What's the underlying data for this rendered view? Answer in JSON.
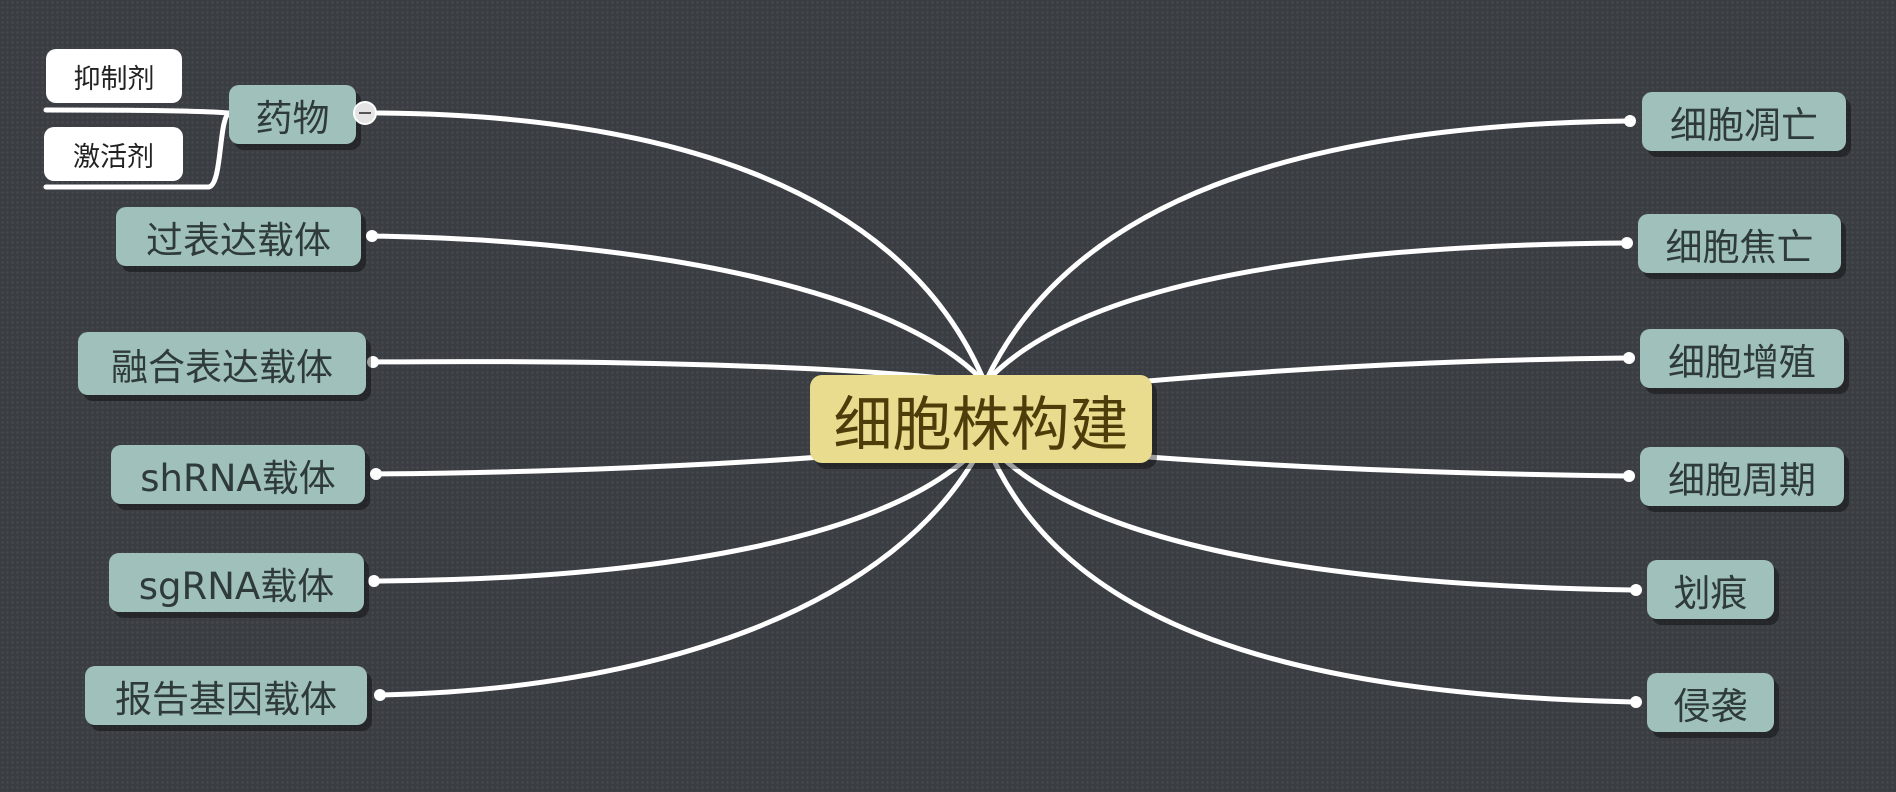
{
  "central_topic": {
    "label": "细胞株构建"
  },
  "left_topics": [
    {
      "label": "药物",
      "collapse_icon": "minus-circle-icon",
      "children": [
        {
          "label": "抑制剂"
        },
        {
          "label": "激活剂"
        }
      ]
    },
    {
      "label": "过表达载体"
    },
    {
      "label": "融合表达载体"
    },
    {
      "label": "shRNA载体"
    },
    {
      "label": "sgRNA载体"
    },
    {
      "label": "报告基因载体"
    }
  ],
  "right_topics": [
    {
      "label": "细胞凋亡"
    },
    {
      "label": "细胞焦亡"
    },
    {
      "label": "细胞增殖"
    },
    {
      "label": "细胞周期"
    },
    {
      "label": "划痕"
    },
    {
      "label": "侵袭"
    }
  ],
  "colors": {
    "background": "#3a3e43",
    "branch_line": "#ffffff",
    "central_fill": "#e9dc8e",
    "topic_fill": "#9fc0bb",
    "subtopic_fill": "#ffffff"
  }
}
